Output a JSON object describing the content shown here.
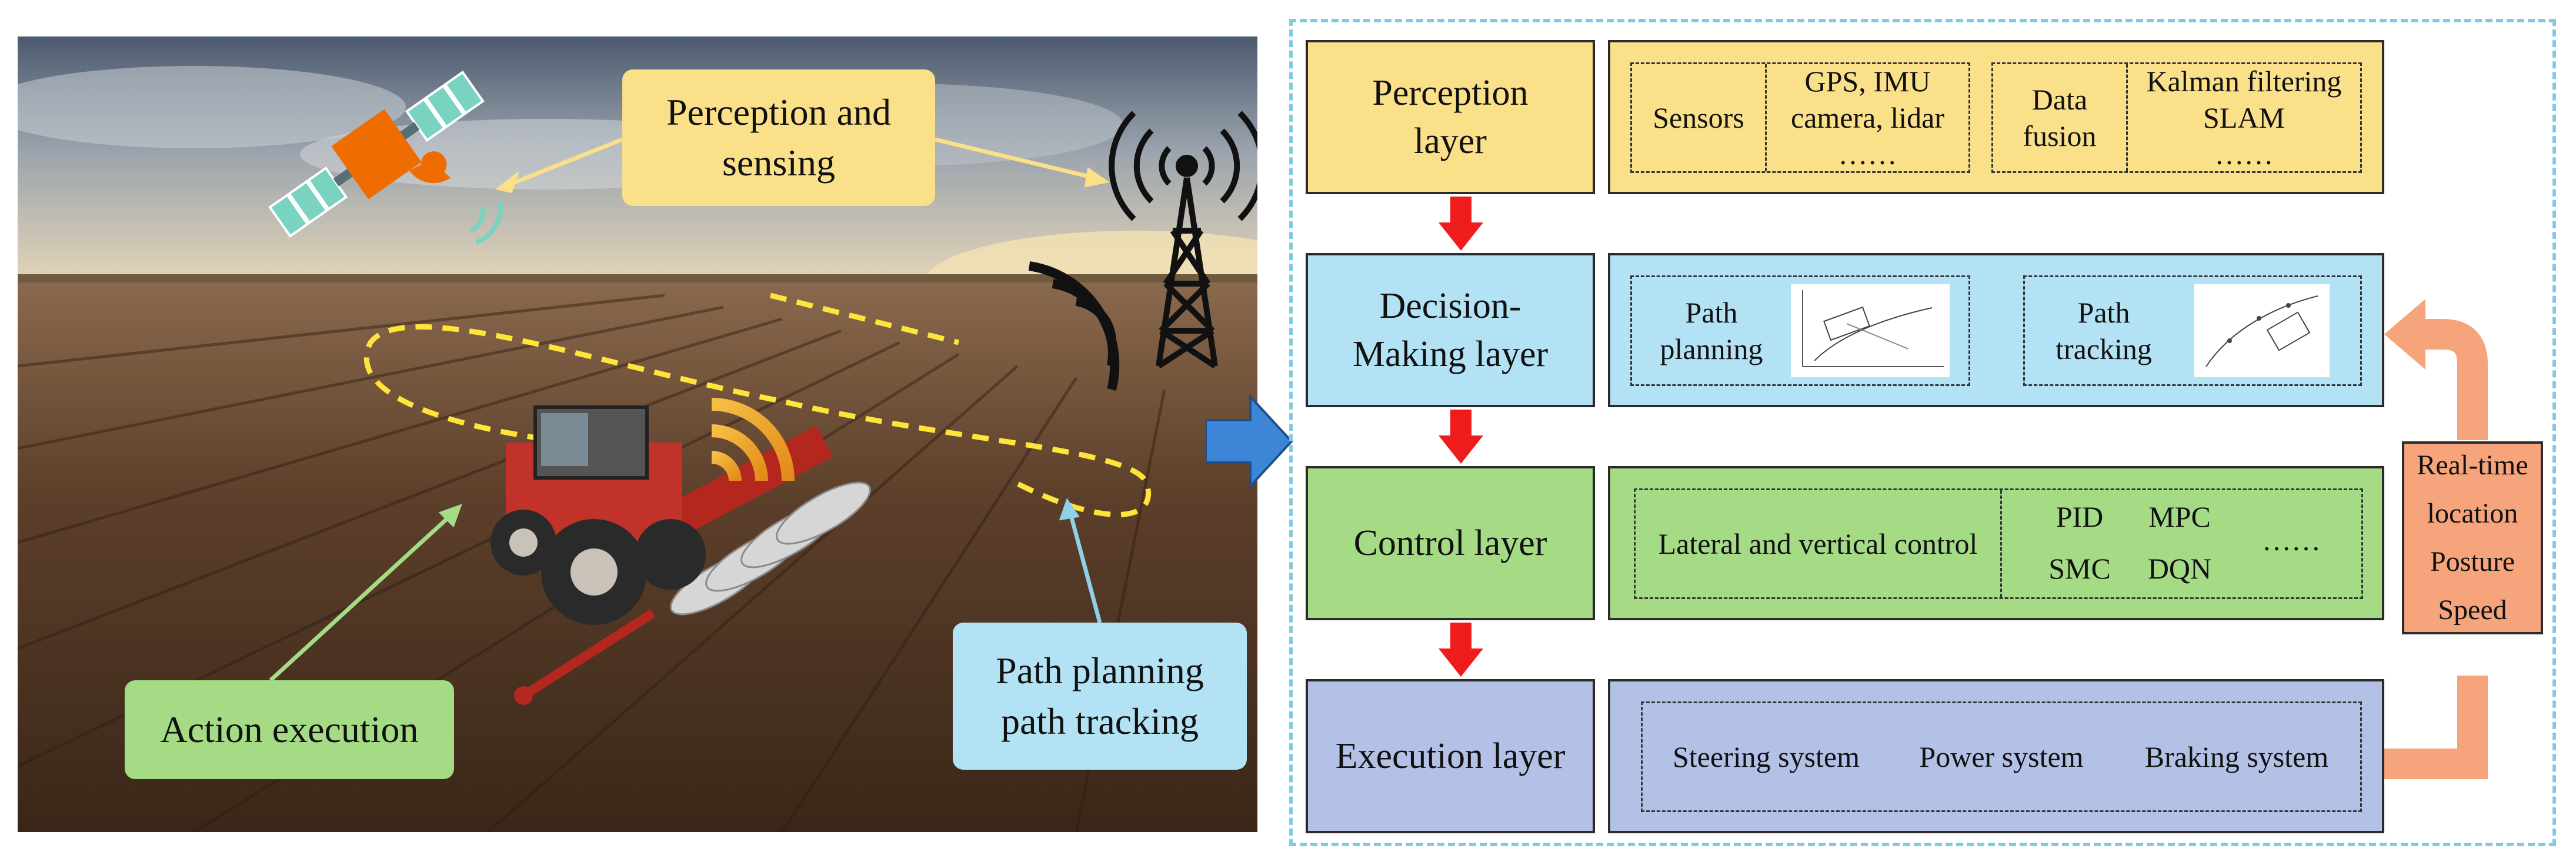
{
  "photo_panel": {
    "callouts": {
      "perception": [
        "Perception and",
        "sensing"
      ],
      "action": [
        "Action execution"
      ],
      "path": [
        "Path planning",
        "path tracking"
      ]
    }
  },
  "framework": {
    "layers": [
      {
        "label": [
          "Perception",
          "layer"
        ],
        "color": "#fbe08a"
      },
      {
        "label": [
          "Decision-",
          "Making  layer"
        ],
        "color": "#b3e2f5"
      },
      {
        "label": [
          "Control layer"
        ],
        "color": "#a6db86"
      },
      {
        "label": [
          "Execution layer"
        ],
        "color": "#b3c1e6"
      }
    ],
    "perception": {
      "sensors": "Sensors",
      "sensor_items": [
        "GPS, IMU",
        "camera, lidar",
        "……"
      ],
      "fusion": [
        "Data",
        "fusion"
      ],
      "fusion_items": [
        "Kalman filtering",
        "SLAM",
        "……"
      ]
    },
    "decision": {
      "planning": [
        "Path",
        "planning"
      ],
      "tracking": [
        "Path",
        "tracking"
      ]
    },
    "control": {
      "lateral": "Lateral and vertical control",
      "methods": [
        "PID",
        "MPC",
        "SMC",
        "DQN"
      ],
      "ellipsis": "……"
    },
    "execution": {
      "systems": [
        "Steering system",
        "Power system",
        "Braking system"
      ]
    },
    "feedback": [
      "Real-time",
      "location",
      "Posture",
      "Speed"
    ]
  },
  "colors": {
    "arrow_red": "#ee1c1c",
    "arrow_blue": "#3d85d6",
    "feedback_arrow": "#f5a47c",
    "frame_dash": "#7fcbe2"
  }
}
